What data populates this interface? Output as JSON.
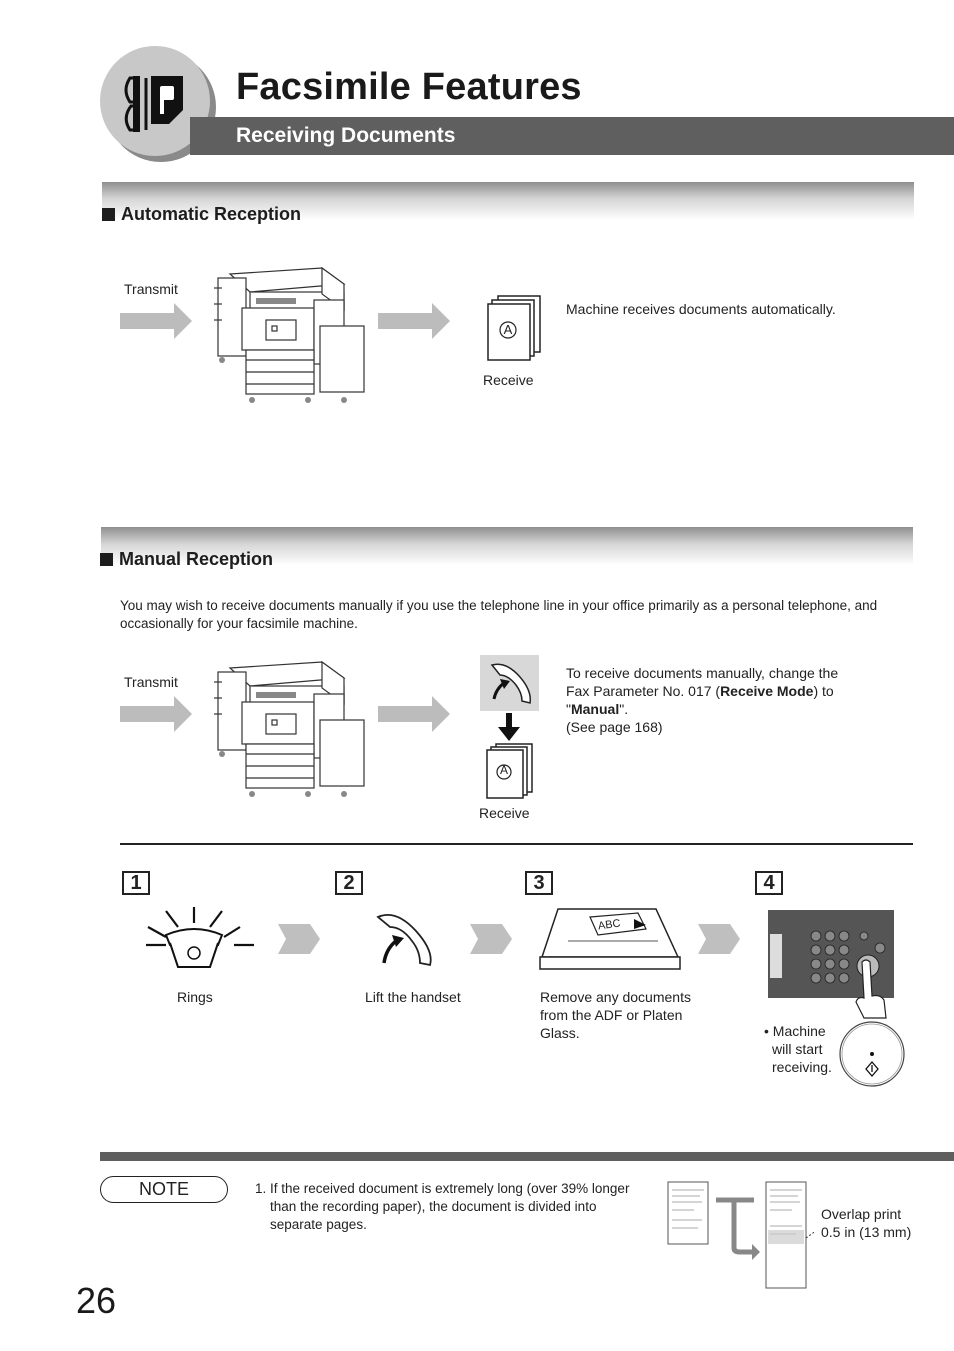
{
  "header": {
    "title": "Facsimile Features",
    "subtitle": "Receiving Documents",
    "logo_icon": "fax-logo-icon"
  },
  "automatic": {
    "heading": "Automatic Reception",
    "transmit": "Transmit",
    "receive": "Receive",
    "doc_letter": "A",
    "description": "Machine receives documents automatically."
  },
  "manual": {
    "heading": "Manual Reception",
    "intro_line1": "You may wish to receive documents manually if you use the telephone line in your office primarily as a personal telephone, and",
    "intro_line2": "occasionally for your facsimile machine.",
    "transmit": "Transmit",
    "receive": "Receive",
    "doc_letter": "A",
    "desc_line1": "To receive documents manually, change the",
    "desc_line2_a": "Fax Parameter No. 017 (",
    "desc_line2_b": "Receive Mode",
    "desc_line2_c": ") to",
    "desc_line3_a": "\"",
    "desc_line3_b": "Manual",
    "desc_line3_c": "\".",
    "desc_line4": "(See page 168)"
  },
  "steps": [
    {
      "num": "1",
      "label": "Rings"
    },
    {
      "num": "2",
      "label": "Lift the handset"
    },
    {
      "num": "3",
      "label_lines": [
        "Remove any documents",
        "from the ADF or Platen",
        "Glass."
      ],
      "adf_text": "ABC"
    },
    {
      "num": "4",
      "note_lines": [
        "• Machine",
        "will start",
        "receiving."
      ]
    }
  ],
  "note": {
    "label": "NOTE",
    "item_line1": "1. If the received document is extremely long (over 39% longer",
    "item_line2": "than the recording paper), the document is divided into",
    "item_line3": "separate pages.",
    "overlap_line1": "Overlap print",
    "overlap_line2": "0.5 in (13 mm)"
  },
  "page_number": "26"
}
